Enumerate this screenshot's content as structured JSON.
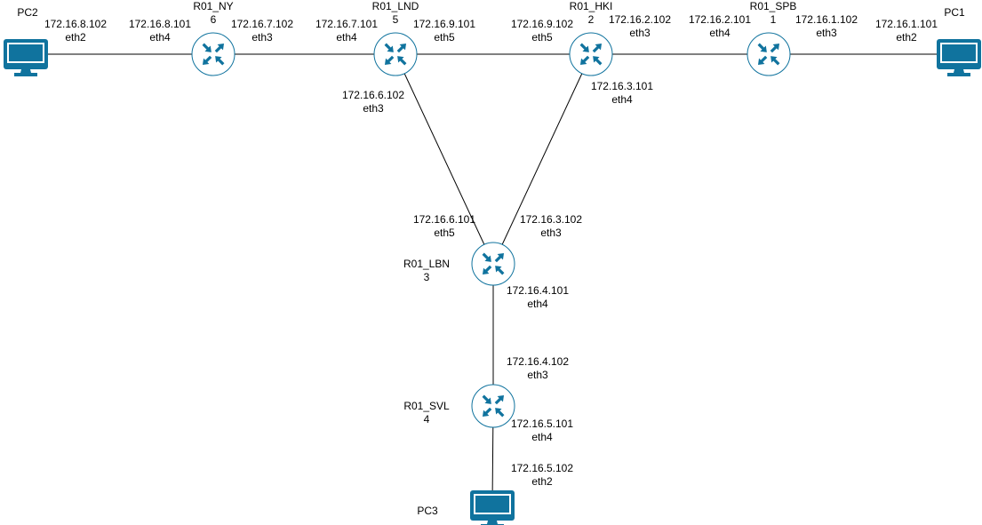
{
  "diagram": {
    "colors": {
      "device": "#10739e",
      "link": "#000000",
      "label": "#000000"
    },
    "routers": [
      {
        "id": "ny",
        "name": "R01_NY",
        "num": "6"
      },
      {
        "id": "lnd",
        "name": "R01_LND",
        "num": "5"
      },
      {
        "id": "hki",
        "name": "R01_HKI",
        "num": "2"
      },
      {
        "id": "spb",
        "name": "R01_SPB",
        "num": "1"
      },
      {
        "id": "lbn",
        "name": "R01_LBN",
        "num": "3"
      },
      {
        "id": "svl",
        "name": "R01_SVL",
        "num": "4"
      }
    ],
    "pcs": [
      {
        "id": "pc2",
        "name": "PC2"
      },
      {
        "id": "pc1",
        "name": "PC1"
      },
      {
        "id": "pc3",
        "name": "PC3"
      }
    ],
    "interfaces": [
      {
        "id": "pc2_eth2",
        "ip": "172.16.8.102",
        "iface": "eth2"
      },
      {
        "id": "ny_eth4",
        "ip": "172.16.8.101",
        "iface": "eth4"
      },
      {
        "id": "ny_eth3",
        "ip": "172.16.7.102",
        "iface": "eth3"
      },
      {
        "id": "lnd_eth4",
        "ip": "172.16.7.101",
        "iface": "eth4"
      },
      {
        "id": "lnd_eth5",
        "ip": "172.16.9.101",
        "iface": "eth5"
      },
      {
        "id": "hki_eth5",
        "ip": "172.16.9.102",
        "iface": "eth5"
      },
      {
        "id": "hki_eth3",
        "ip": "172.16.2.102",
        "iface": "eth3"
      },
      {
        "id": "spb_eth4",
        "ip": "172.16.2.101",
        "iface": "eth4"
      },
      {
        "id": "spb_eth3",
        "ip": "172.16.1.102",
        "iface": "eth3"
      },
      {
        "id": "pc1_eth2",
        "ip": "172.16.1.101",
        "iface": "eth2"
      },
      {
        "id": "lnd_eth3",
        "ip": "172.16.6.102",
        "iface": "eth3"
      },
      {
        "id": "hki_eth4",
        "ip": "172.16.3.101",
        "iface": "eth4"
      },
      {
        "id": "lbn_eth5",
        "ip": "172.16.6.101",
        "iface": "eth5"
      },
      {
        "id": "lbn_eth3",
        "ip": "172.16.3.102",
        "iface": "eth3"
      },
      {
        "id": "lbn_eth4",
        "ip": "172.16.4.101",
        "iface": "eth4"
      },
      {
        "id": "svl_eth3",
        "ip": "172.16.4.102",
        "iface": "eth3"
      },
      {
        "id": "svl_eth4",
        "ip": "172.16.5.101",
        "iface": "eth4"
      },
      {
        "id": "pc3_eth2",
        "ip": "172.16.5.102",
        "iface": "eth2"
      }
    ],
    "links": [
      {
        "from": "pc2",
        "to": "ny"
      },
      {
        "from": "ny",
        "to": "lnd"
      },
      {
        "from": "lnd",
        "to": "hki"
      },
      {
        "from": "hki",
        "to": "spb"
      },
      {
        "from": "spb",
        "to": "pc1"
      },
      {
        "from": "lnd",
        "to": "lbn"
      },
      {
        "from": "hki",
        "to": "lbn"
      },
      {
        "from": "lbn",
        "to": "svl"
      },
      {
        "from": "svl",
        "to": "pc3"
      }
    ]
  }
}
